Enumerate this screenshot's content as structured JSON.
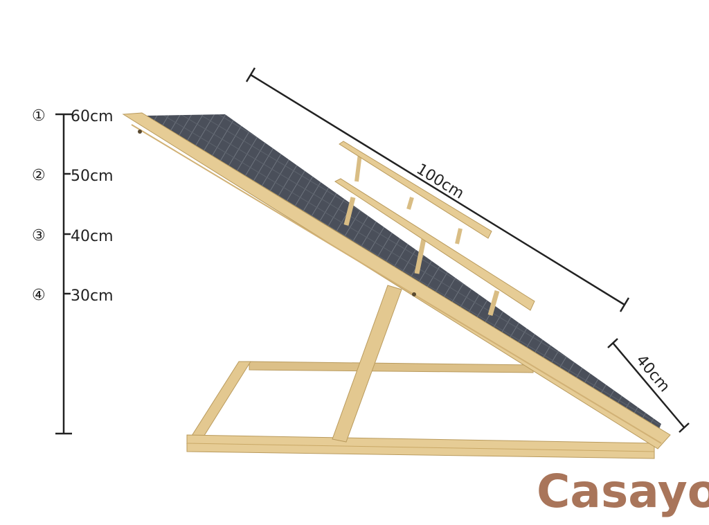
{
  "height_scale": {
    "levels": [
      {
        "marker": "①",
        "label": "60cm"
      },
      {
        "marker": "②",
        "label": "50cm"
      },
      {
        "marker": "③",
        "label": "40cm"
      },
      {
        "marker": "④",
        "label": "30cm"
      }
    ]
  },
  "dimensions": {
    "length": "100cm",
    "width": "40cm"
  },
  "brand": {
    "logo_text": "Casayo",
    "color": "#a9755a"
  },
  "colors": {
    "wood": "#e3c890",
    "wood_dark": "#c9a866",
    "carpet": "#4a4f5a",
    "line": "#222222"
  }
}
